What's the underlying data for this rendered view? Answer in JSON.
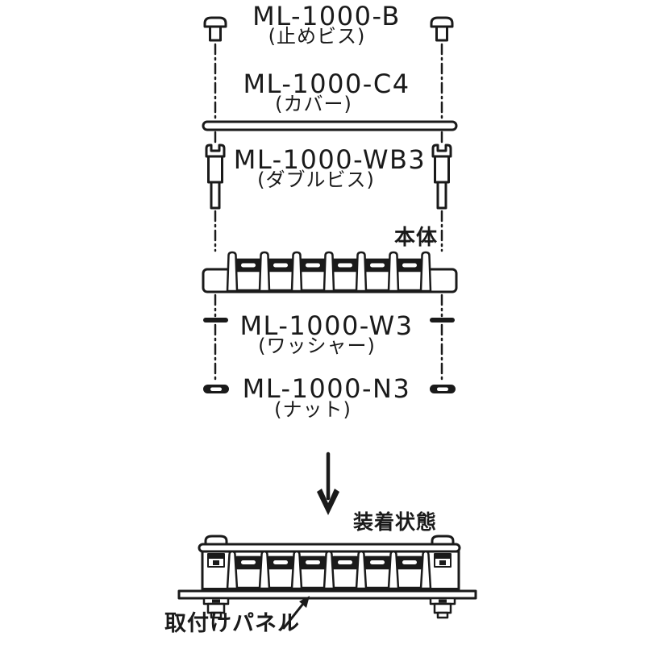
{
  "title": "ML-1000 terminal block exploded assembly diagram",
  "colors": {
    "ink": "#1a1a1a",
    "background": "#ffffff"
  },
  "parts": {
    "stop_screw": {
      "code": "ML-1000-B",
      "label": "(止めビス)"
    },
    "cover": {
      "code": "ML-1000-C4",
      "label": "(カバー)"
    },
    "double_screw": {
      "code": "ML-1000-WB3",
      "label": "(ダブルビス)"
    },
    "washer": {
      "code": "ML-1000-W3",
      "label": "(ワッシャー)"
    },
    "nut": {
      "code": "ML-1000-N3",
      "label": "(ナット)"
    }
  },
  "annotations": {
    "body": "本体",
    "assembled_state": "装着状態",
    "mounting_panel": "取付けパネル"
  },
  "structure": {
    "terminal_sections": 6,
    "barriers": 7,
    "fastener_columns": 2
  }
}
